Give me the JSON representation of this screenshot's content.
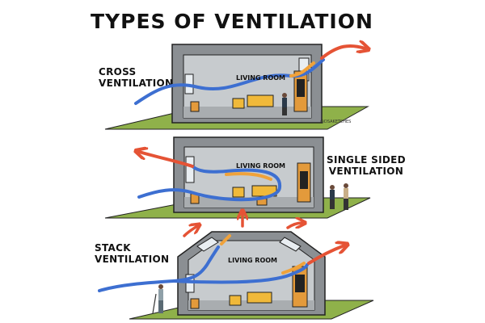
{
  "title": "TYPES OF VENTILATION",
  "colors": {
    "cool_air": "#3d6fd1",
    "warm_air": "#e55335",
    "transition": "#f0a23a",
    "ground": "#8fb14a",
    "wall": "#8b8f93",
    "interior": "#c7cbce",
    "sofa": "#f0b93a"
  },
  "panels": [
    {
      "label_line1": "CROSS",
      "label_line2": "VENTILATION",
      "room_label": "LIVING ROOM"
    },
    {
      "label_line1": "SINGLE SIDED",
      "label_line2": "VENTILATION",
      "room_label": "LIVING ROOM"
    },
    {
      "label_line1": "STACK",
      "label_line2": "VENTILATION",
      "room_label": "LIVING ROOM"
    }
  ],
  "credit": "@DSAKETCHES"
}
